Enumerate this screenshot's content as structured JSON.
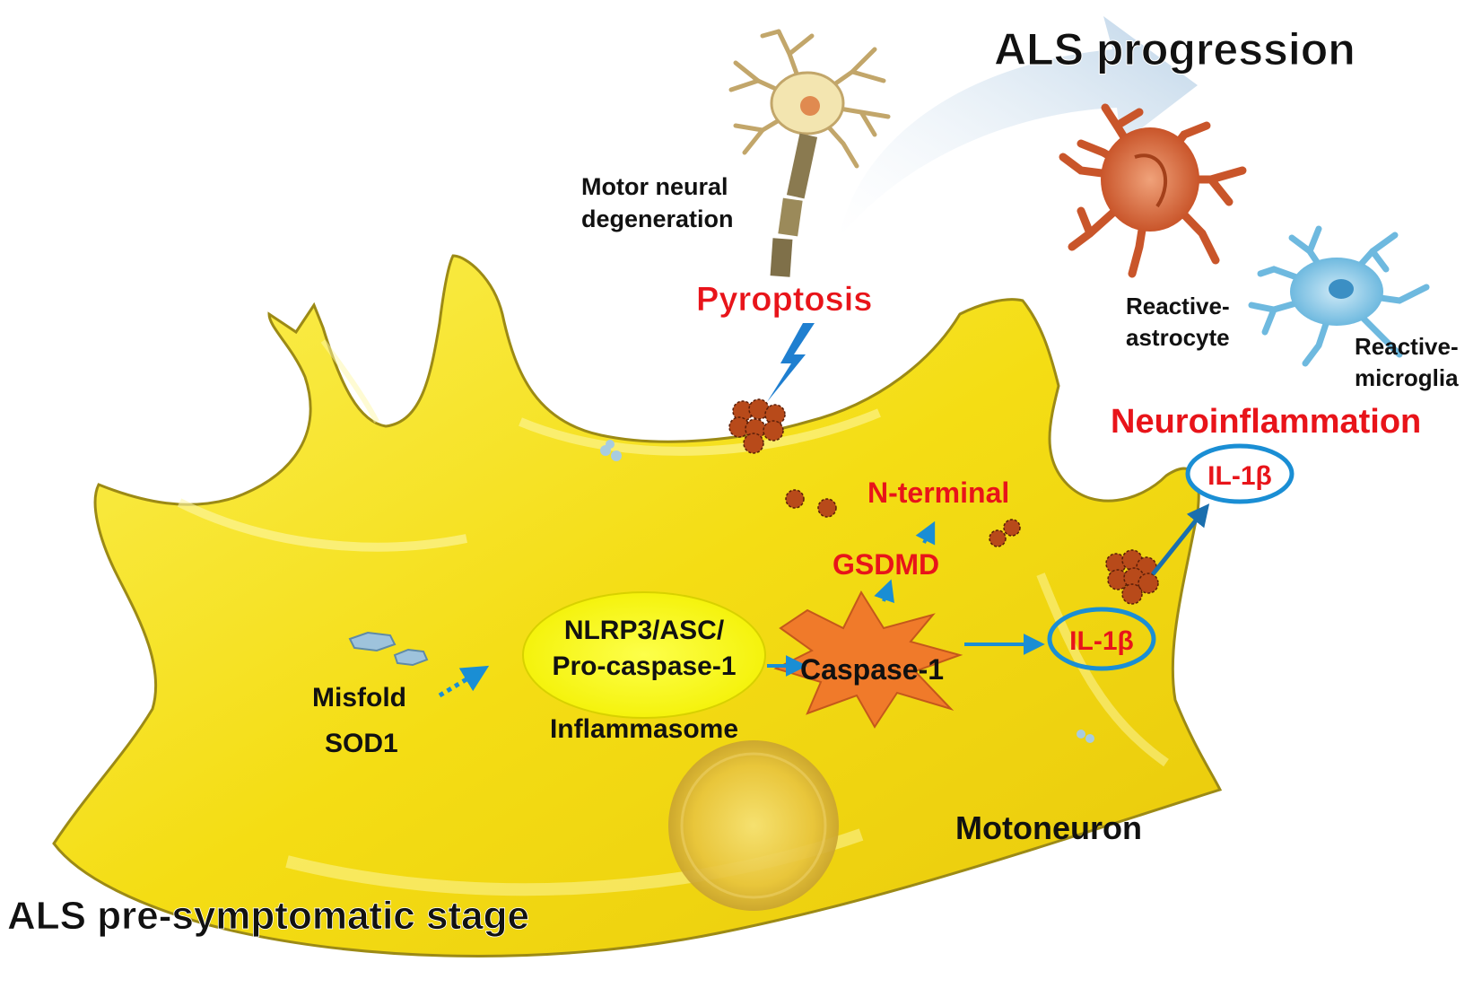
{
  "title": "ALS progression",
  "stage_label": "ALS pre-symptomatic stage",
  "cell_label": "Motoneuron",
  "labels": {
    "motor_neural_degeneration_line1": "Motor neural",
    "motor_neural_degeneration_line2": "degeneration",
    "pyroptosis": "Pyroptosis",
    "reactive_astrocyte_line1": "Reactive-",
    "reactive_astrocyte_line2": "astrocyte",
    "reactive_microglia_line1": "Reactive-",
    "reactive_microglia_line2": "microglia",
    "neuroinflammation": "Neuroinflammation",
    "il1b_outside": "IL-1β",
    "n_terminal": "N-terminal",
    "gsdmd": "GSDMD",
    "inflammasome_line1": "NLRP3/ASC/",
    "inflammasome_line2": "Pro-caspase-1",
    "inflammasome_caption": "Inflammasome",
    "caspase": "Caspase-1",
    "il1b_inside": "IL-1β",
    "misfold_line1": "Misfold",
    "misfold_line2": "SOD1"
  },
  "colors": {
    "cell_fill": "#f7e31b",
    "cell_stroke": "#9c8a15",
    "red_text": "#e8141a",
    "arrow_blue": "#1a8ed4",
    "caspase_orange": "#f07a2a",
    "pore_brown": "#b84a1a",
    "astrocyte": "#d8683a",
    "microglia": "#79c5e8",
    "neuron_body": "#f3e5b0"
  }
}
